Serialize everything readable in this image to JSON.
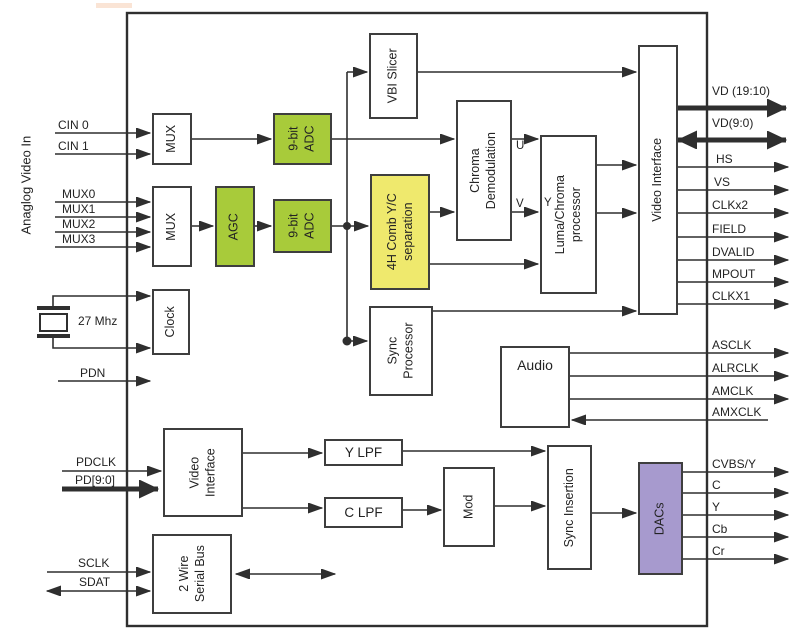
{
  "side_label": "Anaglog Video In",
  "colors": {
    "block_green": "#a8cb3a",
    "block_yellow": "#efe96d",
    "block_purple": "#a79ace",
    "line": "#2f2f2f"
  },
  "inputs": {
    "cin0": "CIN 0",
    "cin1": "CIN 1",
    "mux0": "MUX0",
    "mux1": "MUX1",
    "mux2": "MUX2",
    "mux3": "MUX3",
    "xtal": "27 Mhz",
    "pdn": "PDN",
    "pdclk": "PDCLK",
    "pd": "PD[9:0]",
    "sclk": "SCLK",
    "sdat": "SDAT"
  },
  "outputs": {
    "vd_hi": "VD (19:10)",
    "vd_lo": "VD(9:0)",
    "hs": "HS",
    "vs": "VS",
    "clkx2": "CLKx2",
    "field": "FIELD",
    "dvalid": "DVALID",
    "mpout": "MPOUT",
    "clkx1": "CLKX1",
    "asclk": "ASCLK",
    "alrclk": "ALRCLK",
    "amclk": "AMCLK",
    "amxclk": "AMXCLK",
    "cvbs_y": "CVBS/Y",
    "c": "C",
    "y": "Y",
    "cb": "Cb",
    "cr": "Cr"
  },
  "blocks": {
    "mux_top": {
      "label": "MUX"
    },
    "mux_bottom": {
      "label": "MUX"
    },
    "adc_top": {
      "line1": "9-bit",
      "line2": "ADC"
    },
    "adc_bottom": {
      "line1": "9-bit",
      "line2": "ADC"
    },
    "agc": {
      "label": "AGC"
    },
    "clock": {
      "label": "Clock"
    },
    "vbi_slicer": {
      "label": "VBI Slicer"
    },
    "comb_filter": {
      "line1": "4H Comb Y/C",
      "line2": "separation"
    },
    "chroma_demod": {
      "line1": "Chroma",
      "line2": "Demodulation"
    },
    "luma_chroma": {
      "line1": "Luma/Chroma",
      "line2": "processor"
    },
    "sync_processor": {
      "line1": "Sync",
      "line2": "Processor"
    },
    "video_interface_top": {
      "label": "Video Interface"
    },
    "audio": {
      "label": "Audio"
    },
    "video_interface_bottom": {
      "line1": "Video",
      "line2": "Interface"
    },
    "y_lpf": {
      "label": "Y LPF"
    },
    "c_lpf": {
      "label": "C LPF"
    },
    "mod": {
      "label": "Mod"
    },
    "sync_insertion": {
      "label": "Sync Insertion"
    },
    "dacs": {
      "label": "DACs"
    },
    "serial_bus": {
      "line1": "2 Wire",
      "line2": "Serial Bus"
    }
  },
  "nets": {
    "u": "U",
    "v": "V",
    "y": "Y"
  }
}
